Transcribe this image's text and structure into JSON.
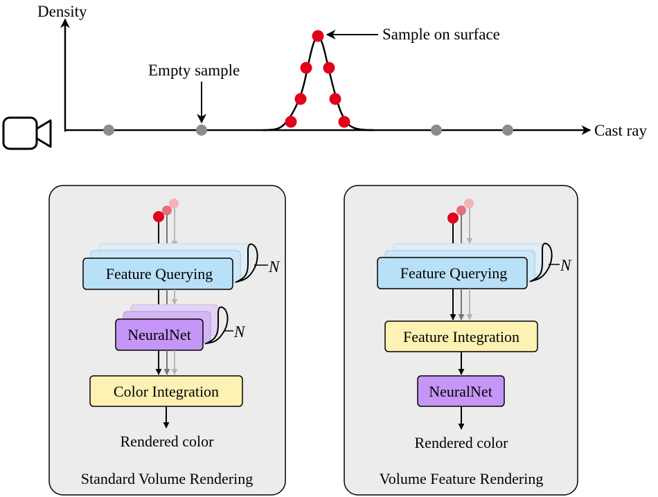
{
  "top": {
    "y_axis_label": "Density",
    "x_axis_label": "Cast ray",
    "empty_sample_label": "Empty sample",
    "surface_sample_label": "Sample on surface",
    "camera_icon": "video-camera-icon",
    "colors": {
      "surface_sample": "#e3001b",
      "empty_sample": "#8c8c8c"
    }
  },
  "panels": {
    "standard": {
      "caption": "Standard Volume Rendering",
      "feature_querying": "Feature Querying",
      "neuralnet": "NeuralNet",
      "color_integration": "Color Integration",
      "output": "Rendered color",
      "repeat_label_1": "N",
      "repeat_label_2": "N"
    },
    "feature": {
      "caption": "Volume Feature Rendering",
      "feature_querying": "Feature Querying",
      "feature_integration": "Feature Integration",
      "neuralnet": "NeuralNet",
      "output": "Rendered color",
      "repeat_label_1": "N"
    }
  },
  "colors": {
    "panel_bg": "#ececec",
    "feature_querying": "#b8e0f7",
    "neuralnet": "#c596f5",
    "integration": "#fdf2b3"
  }
}
